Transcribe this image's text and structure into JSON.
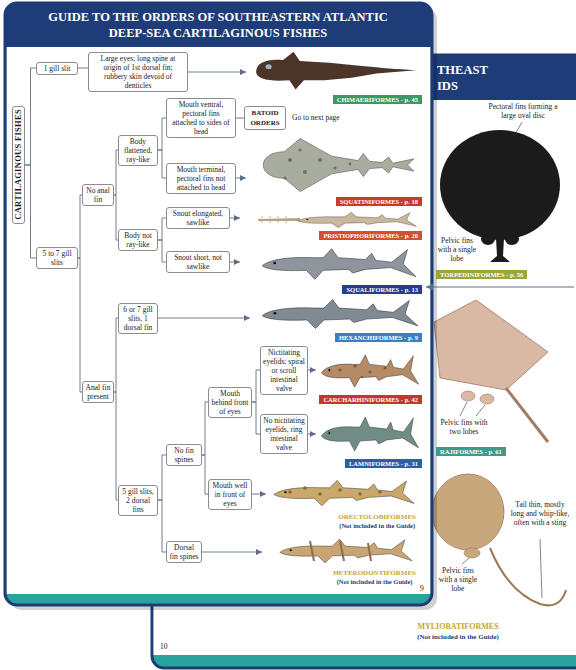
{
  "diagram": {
    "title": "GUIDE TO THE ORDERS OF SOUTHEASTERN ATLANTIC DEEP-SEA CARTILAGINOUS FISHES",
    "nodes": [
      {
        "text": [
          "CARTILAGINOUS FISHES"
        ]
      },
      {
        "text": [
          "1 gill slit"
        ]
      },
      {
        "text": [
          "Large eyes; long spine at origin of 1st dorsal fin; rubbery skin devoid of denticles"
        ]
      },
      {
        "text": [
          "CHIMAERIFORMES - p. 45"
        ]
      },
      {
        "text": [
          "Mouth ventral, pectoral fins attached to sides of head"
        ]
      },
      {
        "text": [
          "BATOID ORDERS"
        ]
      },
      {
        "text": [
          "Body flattened, ray-like"
        ]
      },
      {
        "text": [
          "Mouth terminal, pectoral fins not attached to head"
        ]
      },
      {
        "text": [
          "SQUATINIFORMES - p. 18"
        ]
      },
      {
        "text": [
          "No anal fin"
        ]
      },
      {
        "text": [
          "Snout elongated, sawlike"
        ]
      },
      {
        "text": [
          "PRISTIOPHORIFORMES - p. 20"
        ]
      },
      {
        "text": [
          "Body not ray-like"
        ]
      },
      {
        "text": [
          "Snout short, not sawlike"
        ]
      },
      {
        "text": [
          "SQUALIFORMES - p. 13"
        ]
      },
      {
        "text": [
          "5 to 7 gill slits"
        ]
      },
      {
        "text": [
          "6 or 7 gill slits, 1 dorsal fin"
        ]
      },
      {
        "text": [
          "HEXANCHIFORMES - p. 9"
        ]
      },
      {
        "text": [
          "Nictitating eyelids; spiral or scroll intestinal valve"
        ]
      },
      {
        "text": [
          "Mouth behind front of eyes"
        ]
      },
      {
        "text": [
          "CARCHARHINIFORMES - p. 42"
        ]
      },
      {
        "text": [
          "No nictitating eyelids, ring intestinal valve"
        ]
      },
      {
        "text": [
          "Anal fin present"
        ]
      },
      {
        "text": [
          "LAMNIFORMES - p. 31"
        ]
      },
      {
        "text": [
          "No fin spines"
        ]
      },
      {
        "text": [
          "Mouth well in front of eyes"
        ]
      },
      {
        "text": [
          "ORECTOLOBIFORMES",
          "(Not included in the Guide)"
        ]
      },
      {
        "text": [
          "5 gill slits, 2 dorsal fins"
        ]
      },
      {
        "text": [
          "Dorsal fin spines"
        ]
      },
      {
        "text": [
          "HETERODONTIFORMES",
          "(Not included in the Guide)"
        ]
      },
      {
        "text": [
          "TORPEDINIFORMES - p. 56"
        ]
      },
      {
        "text": [
          "RAJIFORMES - p. 61"
        ]
      }
    ],
    "edges": [
      {
        "from": 0,
        "to": 1,
        "arrow": "none"
      },
      {
        "from": 0,
        "to": 15,
        "arrow": "none"
      },
      {
        "from": 1,
        "to": 2,
        "arrow": "none"
      },
      {
        "from": 2,
        "to": 3,
        "arrow": "to"
      },
      {
        "from": 15,
        "to": 9,
        "arrow": "none"
      },
      {
        "from": 15,
        "to": 22,
        "arrow": "none"
      },
      {
        "from": 9,
        "to": 6,
        "arrow": "none"
      },
      {
        "from": 9,
        "to": 12,
        "arrow": "none"
      },
      {
        "from": 6,
        "to": 4,
        "arrow": "none"
      },
      {
        "from": 6,
        "to": 7,
        "arrow": "none"
      },
      {
        "from": 4,
        "to": 5,
        "arrow": "none"
      },
      {
        "from": 7,
        "to": 8,
        "arrow": "to"
      },
      {
        "from": 12,
        "to": 10,
        "arrow": "none"
      },
      {
        "from": 12,
        "to": 13,
        "arrow": "none"
      },
      {
        "from": 10,
        "to": 11,
        "arrow": "to"
      },
      {
        "from": 13,
        "to": 14,
        "arrow": "to"
      },
      {
        "from": 22,
        "to": 16,
        "arrow": "none"
      },
      {
        "from": 22,
        "to": 27,
        "arrow": "none"
      },
      {
        "from": 16,
        "to": 17,
        "arrow": "to"
      },
      {
        "from": 27,
        "to": 24,
        "arrow": "none"
      },
      {
        "from": 27,
        "to": 28,
        "arrow": "none"
      },
      {
        "from": 24,
        "to": 19,
        "arrow": "none"
      },
      {
        "from": 24,
        "to": 25,
        "arrow": "none"
      },
      {
        "from": 19,
        "to": 18,
        "arrow": "none"
      },
      {
        "from": 19,
        "to": 21,
        "arrow": "none"
      },
      {
        "from": 18,
        "to": 20,
        "arrow": "to"
      },
      {
        "from": 21,
        "to": 23,
        "arrow": "to"
      },
      {
        "from": 25,
        "to": 26,
        "arrow": "to"
      },
      {
        "from": 28,
        "to": 29,
        "arrow": "to"
      }
    ],
    "labels": [
      "Go to next page",
      "9",
      "THEAST",
      "IDS",
      "Pectoral fins forming a large oval disc",
      "Pelvic fins with a single lobe",
      "Pelvic fins with two lobes",
      "Tail thin, mostly long and whip-like, often with a sting",
      "Pelvic fins with a single lobe",
      "MYLIOBATIFORMES",
      "(Not included in the Guide)",
      "10"
    ]
  }
}
